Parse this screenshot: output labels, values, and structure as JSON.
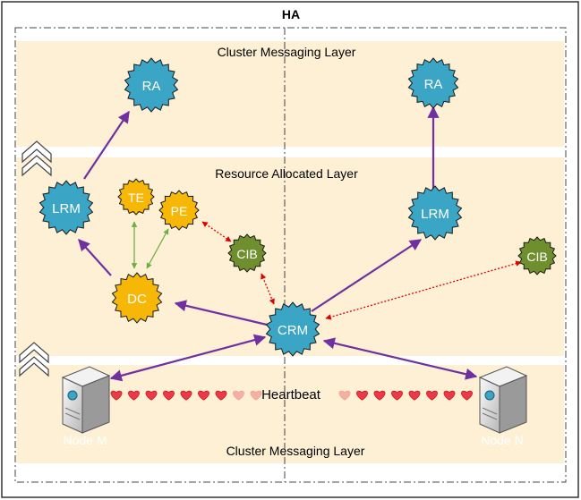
{
  "title": "HA",
  "layers": {
    "top": "Cluster Messaging Layer",
    "middle": "Resource Allocated Layer",
    "bottom": "Cluster Messaging Layer"
  },
  "left": {
    "ra": "RA",
    "lrm": "LRM",
    "te": "TE",
    "pe": "PE",
    "cib": "CIB",
    "dc": "DC",
    "node": "Node M"
  },
  "right": {
    "ra": "RA",
    "lrm": "LRM",
    "cib": "CIB",
    "node": "Node N"
  },
  "center": {
    "crm": "CRM",
    "heartbeat": "Heartbeat"
  },
  "colors": {
    "band": "#fdf0d5",
    "blue_node": "#3aa5c5",
    "orange_node": "#f6b707",
    "green_node": "#6f8f2e",
    "purple_arrow": "#7030a0",
    "green_arrow": "#70ad47",
    "red_dotted": "#e00000",
    "heart": "#e83a4a"
  },
  "icons": {
    "up_chevron": "double-up-chevron-icon",
    "server": "server-icon",
    "heart": "heart-icon"
  }
}
